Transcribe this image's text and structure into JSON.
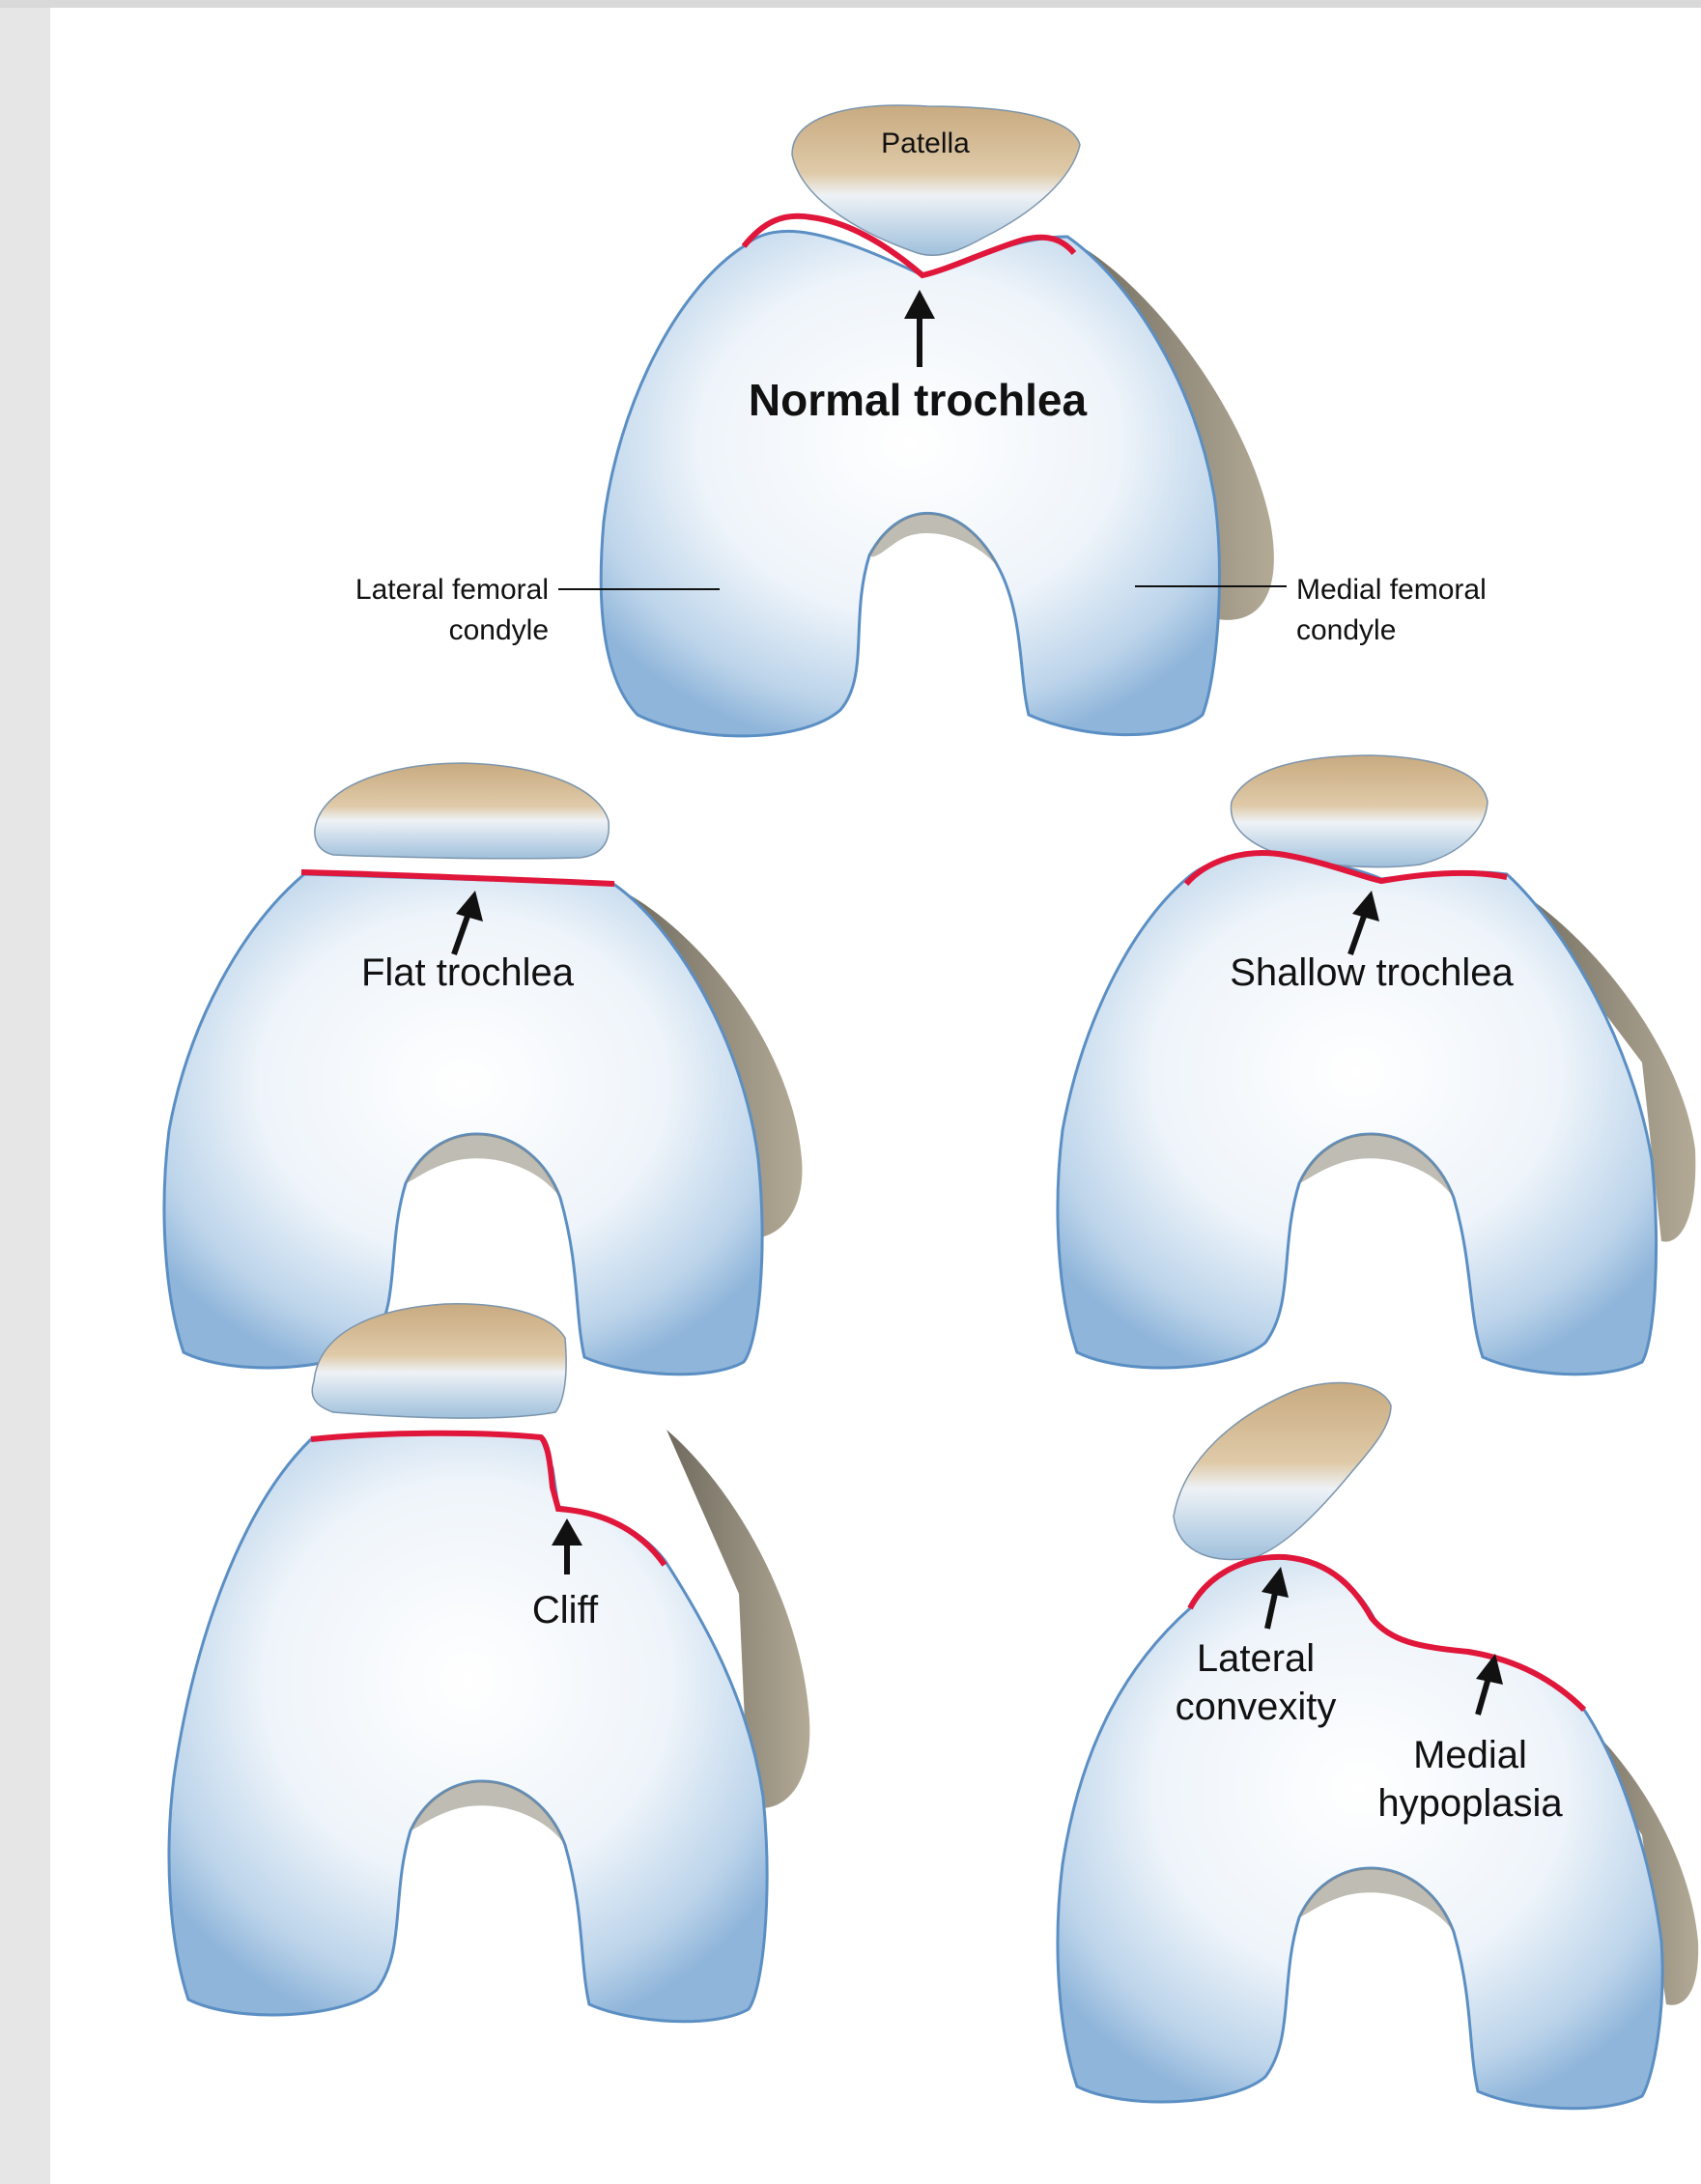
{
  "labels": {
    "patella": "Patella",
    "normal": "Normal trochlea",
    "lateral_condyle_1": "Lateral femoral",
    "lateral_condyle_2": "condyle",
    "medial_condyle_1": "Medial femoral",
    "medial_condyle_2": "condyle",
    "flat": "Flat trochlea",
    "shallow": "Shallow trochlea",
    "cliff": "Cliff",
    "lateral_convexity_1": "Lateral",
    "lateral_convexity_2": "convexity",
    "medial_hypoplasia_1": "Medial",
    "medial_hypoplasia_2": "hypoplasia"
  },
  "colors": {
    "background": "#e6e6e6",
    "panel": "#ffffff",
    "trochlea_line": "#e0163a",
    "bone_outline": "#5b8fc4",
    "bone_shadow": "#8f8778",
    "patella_top": "#c4a47a"
  }
}
